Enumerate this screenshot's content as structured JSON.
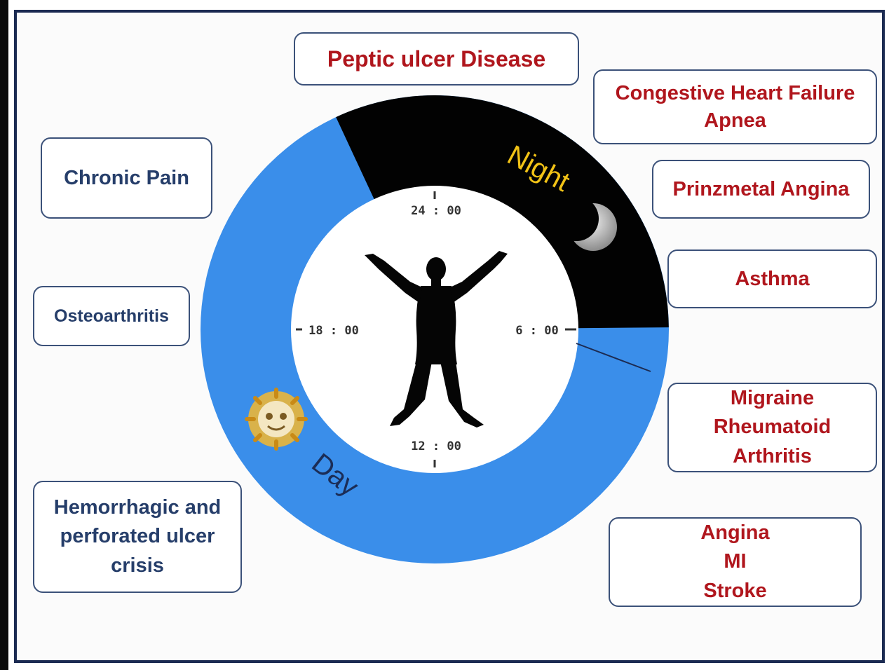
{
  "clock": {
    "night_label": "Night",
    "day_label": "Day",
    "hour_labels": {
      "top": "24 : 00",
      "right": "6 : 00",
      "bottom": "12 : 00",
      "left": "18 : 00"
    }
  },
  "colors": {
    "day_ring": "#3a8eea",
    "night_ring": "#020202",
    "red_text": "#b0161d",
    "navy_text": "#263e6a",
    "box_border": "#3b5179"
  },
  "boxes": {
    "peptic_ulcer": [
      "Peptic ulcer Disease"
    ],
    "chf_apnea": [
      "Congestive Heart Failure",
      "Apnea"
    ],
    "prinzmetal": [
      "Prinzmetal Angina"
    ],
    "asthma": [
      "Asthma"
    ],
    "migraine_ra": [
      "Migraine",
      "Rheumatoid",
      "Arthritis"
    ],
    "angina_mi_stroke": [
      "Angina",
      "MI",
      "Stroke"
    ],
    "chronic_pain": [
      "Chronic Pain"
    ],
    "osteoarthritis": [
      "Osteoarthritis"
    ],
    "hemorrhagic_ulcer": [
      "Hemorrhagic and",
      "perforated ulcer",
      "crisis"
    ]
  },
  "icons": {
    "sun": "sun-icon",
    "moon": "moon-icon",
    "person": "person-silhouette-icon"
  }
}
